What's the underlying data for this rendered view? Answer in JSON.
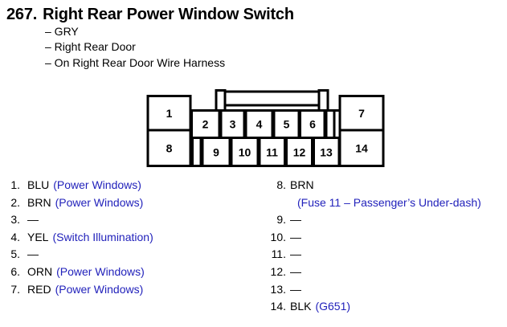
{
  "header": {
    "index": "267.",
    "title": "Right Rear Power Window Switch",
    "details": [
      "– GRY",
      "– Right Rear Door",
      "– On Right Rear Door Wire Harness"
    ]
  },
  "connector": {
    "pins": [
      "1",
      "2",
      "3",
      "4",
      "5",
      "6",
      "7",
      "8",
      "9",
      "10",
      "11",
      "12",
      "13",
      "14"
    ]
  },
  "left_list": [
    {
      "num": "1.",
      "color": "BLU",
      "desc": "(Power Windows)"
    },
    {
      "num": "2.",
      "color": "BRN",
      "desc": "(Power Windows)"
    },
    {
      "num": "3.",
      "color": "—",
      "desc": ""
    },
    {
      "num": "4.",
      "color": "YEL",
      "desc": "(Switch Illumination)"
    },
    {
      "num": "5.",
      "color": "—",
      "desc": ""
    },
    {
      "num": "6.",
      "color": "ORN",
      "desc": "(Power Windows)"
    },
    {
      "num": "7.",
      "color": "RED",
      "desc": "(Power Windows)"
    }
  ],
  "right_list": [
    {
      "num": "8.",
      "color": "BRN",
      "desc": ""
    },
    {
      "num": "",
      "color": "",
      "desc": "(Fuse 11 – Passenger’s Under-dash)"
    },
    {
      "num": "9.",
      "color": "—",
      "desc": ""
    },
    {
      "num": "10.",
      "color": "—",
      "desc": ""
    },
    {
      "num": "11.",
      "color": "—",
      "desc": ""
    },
    {
      "num": "12.",
      "color": "—",
      "desc": ""
    },
    {
      "num": "13.",
      "color": "—",
      "desc": ""
    },
    {
      "num": "14.",
      "color": "BLK",
      "desc": "(G651)"
    }
  ],
  "colors": {
    "link_blue": "#2222bb",
    "text_black": "#000000",
    "diagram_line": "#000000",
    "background": "#ffffff"
  }
}
